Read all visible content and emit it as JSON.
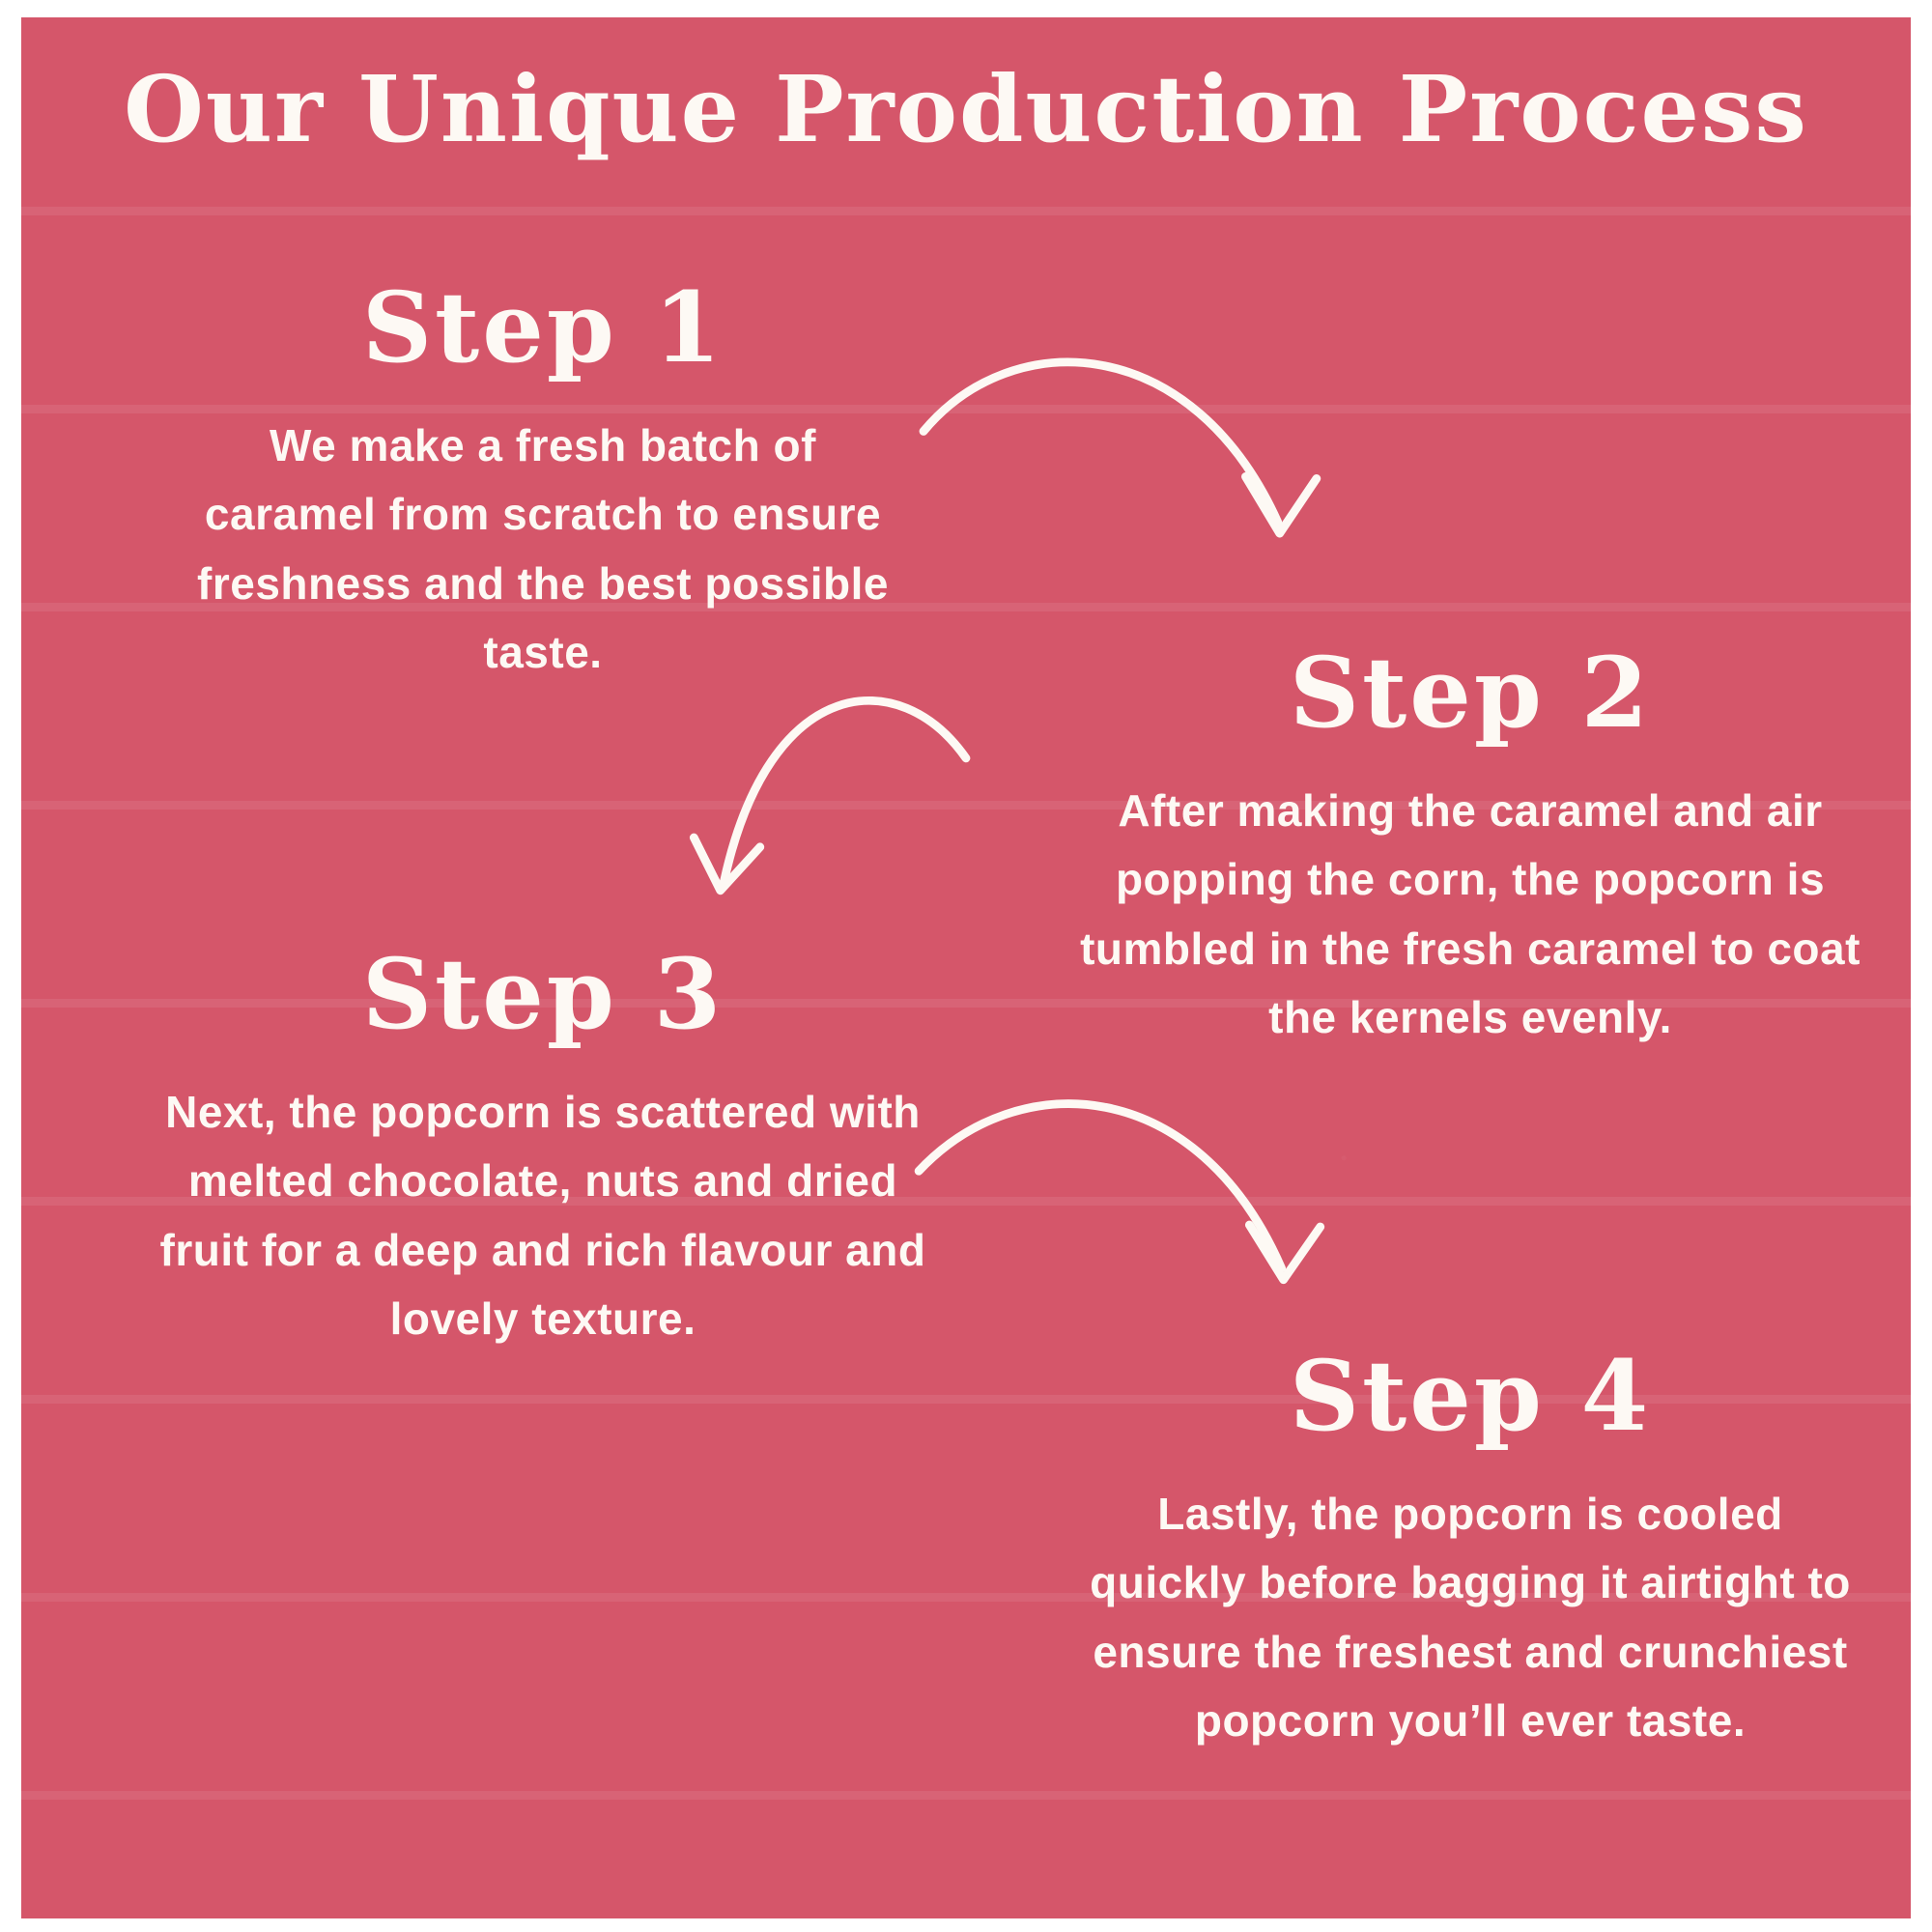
{
  "title": "Our Unique Production Process",
  "theme": {
    "background_color": "#d5566a",
    "text_color": "#fdf9f4",
    "stripe_color": "rgba(255,255,255,0.08)"
  },
  "steps": [
    {
      "heading": "Step 1",
      "body": "We make a fresh batch of caramel from scratch to ensure freshness and the best possible taste."
    },
    {
      "heading": "Step 2",
      "body": "After making the caramel and air popping the corn, the popcorn is tumbled in the fresh caramel to coat the kernels evenly."
    },
    {
      "heading": "Step 3",
      "body": "Next, the popcorn is scattered with melted chocolate, nuts and dried fruit for a deep and rich flavour and lovely texture."
    },
    {
      "heading": "Step 4",
      "body": "Lastly, the popcorn is cooled quickly before bagging it airtight to ensure the freshest and crunchiest popcorn you’ll ever taste."
    }
  ],
  "arrows": [
    {
      "icon": "curved-arrow-icon",
      "from": "Step 1",
      "to": "Step 2"
    },
    {
      "icon": "curved-arrow-icon",
      "from": "Step 2",
      "to": "Step 3"
    },
    {
      "icon": "curved-arrow-icon",
      "from": "Step 3",
      "to": "Step 4"
    }
  ]
}
